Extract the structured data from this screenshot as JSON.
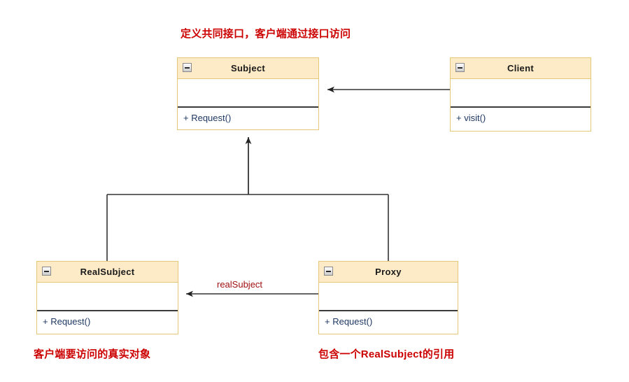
{
  "diagram": {
    "title_note": "定义共同接口，客户端通过接口访问",
    "notes": [
      {
        "text": "定义共同接口，客户端通过接口访问",
        "name": "note-subject-interface"
      },
      {
        "text": "客户端要访问的真实对象",
        "name": "note-realsubject"
      },
      {
        "text": "包含一个RealSubject的引用",
        "name": "note-proxy"
      }
    ],
    "note_color": "#cc0000",
    "classes": [
      {
        "name": "Subject",
        "attributes": [],
        "methods": [
          "+ Request()"
        ],
        "method_text": "+ Request()"
      },
      {
        "name": "Client",
        "attributes": [],
        "methods": [
          "+ visit()"
        ],
        "method_text": "+ visit()"
      },
      {
        "name": "RealSubject",
        "attributes": [],
        "methods": [
          "+ Request()"
        ],
        "method_text": "+ Request()"
      },
      {
        "name": "Proxy",
        "attributes": [],
        "methods": [
          "+ Request()"
        ],
        "method_text": "+ Request()"
      }
    ],
    "relations": [
      {
        "from": "Client",
        "to": "Subject",
        "type": "dependency",
        "label": ""
      },
      {
        "from": "RealSubject",
        "to": "Subject",
        "type": "generalization",
        "label": ""
      },
      {
        "from": "Proxy",
        "to": "Subject",
        "type": "generalization",
        "label": ""
      },
      {
        "from": "Proxy",
        "to": "RealSubject",
        "type": "association",
        "label": "realSubject"
      }
    ],
    "association_label": "realSubject",
    "colors": {
      "header_fill": "#fdebc8",
      "box_border": "#e5c877",
      "separator": "#3b3b3b",
      "method_text": "#1f3864",
      "note": "#cc0000",
      "edge_label": "#a01010",
      "connector": "#333333"
    }
  }
}
